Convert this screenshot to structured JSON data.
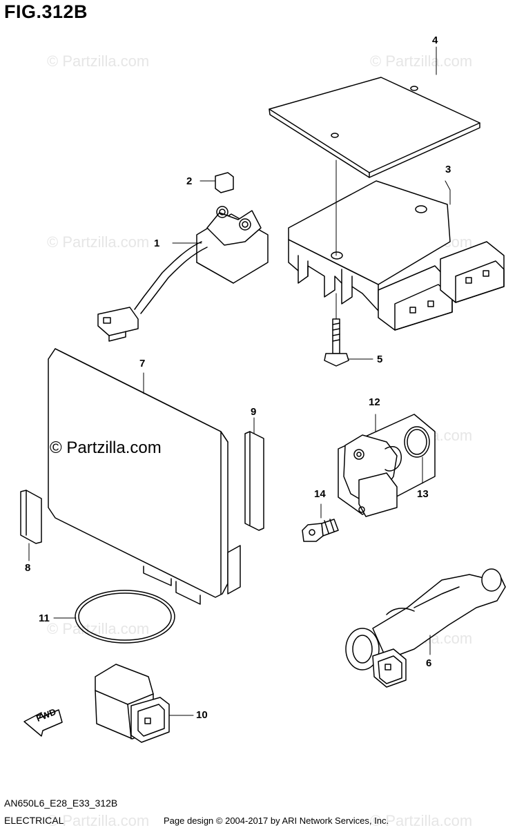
{
  "title": "FIG.312B",
  "watermark_text": "© Partzilla.com",
  "callouts": {
    "n1": "1",
    "n2": "2",
    "n3": "3",
    "n4": "4",
    "n5": "5",
    "n6": "6",
    "n7": "7",
    "n8": "8",
    "n9": "9",
    "n10": "10",
    "n11": "11",
    "n12": "12",
    "n13": "13",
    "n14": "14"
  },
  "fwd_label": "FWD",
  "footer": {
    "model_code": "AN650L6_E28_E33_312B",
    "section_name": "ELECTRICAL",
    "copyright": "Page design © 2004-2017 by ARI Network Services, Inc."
  }
}
